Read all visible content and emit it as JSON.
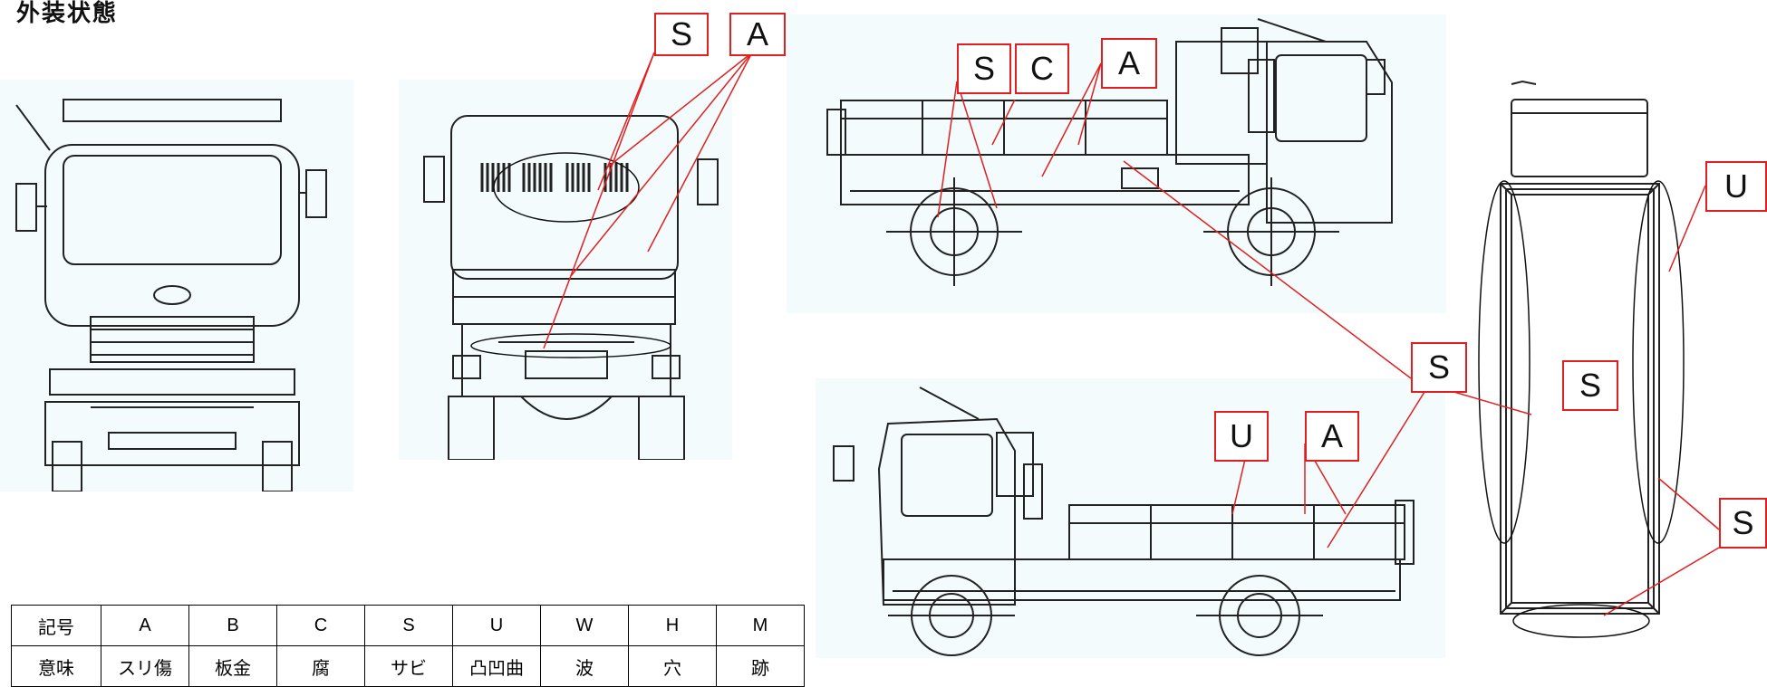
{
  "title": "外装状態",
  "labels": {
    "top_s": "S",
    "top_a": "A",
    "side_s": "S",
    "side_c": "C",
    "side_a": "A",
    "mid_s": "S",
    "side2_u": "U",
    "side2_a": "A",
    "bed_u": "U",
    "bed_s_center": "S",
    "bed_s_right": "S"
  },
  "legend": {
    "header_row": [
      "記号",
      "A",
      "B",
      "C",
      "S",
      "U",
      "W",
      "H",
      "M"
    ],
    "meaning_row": [
      "意味",
      "スリ傷",
      "板金",
      "腐",
      "サビ",
      "凸凹曲",
      "波",
      "穴",
      "跡"
    ]
  },
  "colors": {
    "marker": "#e02020",
    "panel": "#f3fbfd",
    "ink": "#222222"
  }
}
